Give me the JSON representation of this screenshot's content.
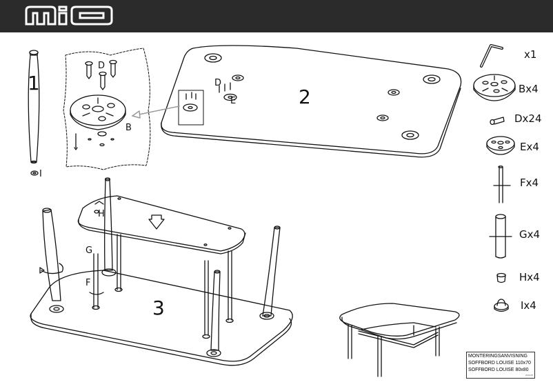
{
  "brand": {
    "logo_text": "mio"
  },
  "steps": {
    "step1": "1",
    "step2": "2",
    "step3": "3"
  },
  "labels": {
    "d1": "D",
    "b": "B",
    "i": "I",
    "d2": "D",
    "e": "E",
    "h": "H",
    "g": "G",
    "f": "F"
  },
  "parts": [
    {
      "id": "tool",
      "label": "x1",
      "icon": "allen-key-icon"
    },
    {
      "id": "b",
      "label": "Bx4",
      "icon": "mounting-plate-icon"
    },
    {
      "id": "d",
      "label": "Dx24",
      "icon": "screw-icon"
    },
    {
      "id": "e",
      "label": "Ex4",
      "icon": "leg-bracket-icon"
    },
    {
      "id": "f",
      "label": "Fx4",
      "icon": "short-rod-icon"
    },
    {
      "id": "g",
      "label": "Gx4",
      "icon": "long-tube-icon"
    },
    {
      "id": "h",
      "label": "Hx4",
      "icon": "cap-icon"
    },
    {
      "id": "i",
      "label": "Ix4",
      "icon": "foot-glide-icon"
    }
  ],
  "info": {
    "line1": "MONTERINGSANVISNING",
    "line2": "SOFFBORD LOUISE 110x70",
    "line3": "SOFFBORD LOUISE 80x80",
    "ver": "2010-05"
  },
  "colors": {
    "header": "#2b2b2b",
    "line": "#111111",
    "arrow": "#999999"
  }
}
